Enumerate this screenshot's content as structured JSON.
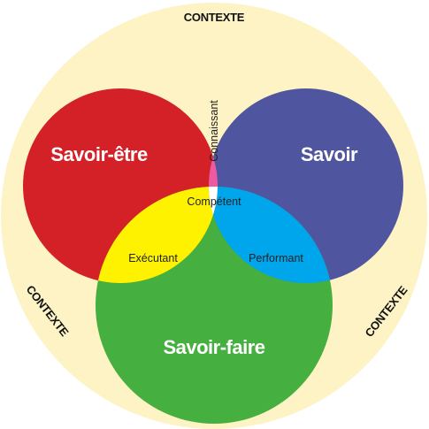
{
  "context": {
    "top": "CONTEXTE",
    "left": "CONTEXTE",
    "right": "CONTEXTE"
  },
  "circles": {
    "savoir_etre": "Savoir-être",
    "savoir": "Savoir",
    "savoir_faire": "Savoir-faire"
  },
  "intersections": {
    "connaissant": "Connaissant",
    "executant": "Exécutant",
    "performant": "Performant",
    "competent": "Compétent"
  },
  "colors": {
    "background": "#fdf3c4",
    "savoir_etre": "#d42128",
    "savoir": "#4f569f",
    "savoir_faire": "#45af3f",
    "connaissant": "#ee5aa0",
    "executant": "#fff200",
    "performant": "#00a6ec",
    "competent": "#ffffff"
  }
}
